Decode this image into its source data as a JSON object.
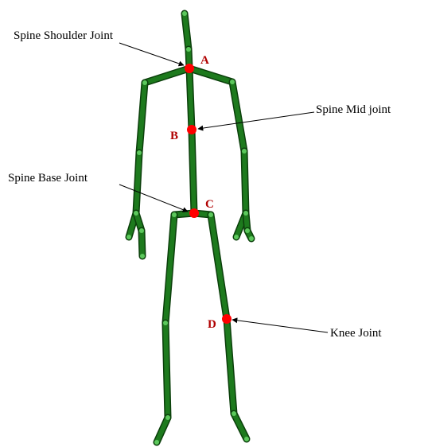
{
  "colors": {
    "bone": "#1d7a1d",
    "bone_edge": "#0b3f0b",
    "node": "#5cc85c",
    "highlight_joint": "#ff0000",
    "letter": "#b00000",
    "arrow": "#000000"
  },
  "callouts": {
    "spine_shoulder": "Spine Shoulder Joint",
    "spine_mid": "Spine Mid joint",
    "spine_base": "Spine Base Joint",
    "knee": "Knee Joint"
  },
  "joint_letters": {
    "a": "A",
    "b": "B",
    "c": "C",
    "d": "D"
  }
}
